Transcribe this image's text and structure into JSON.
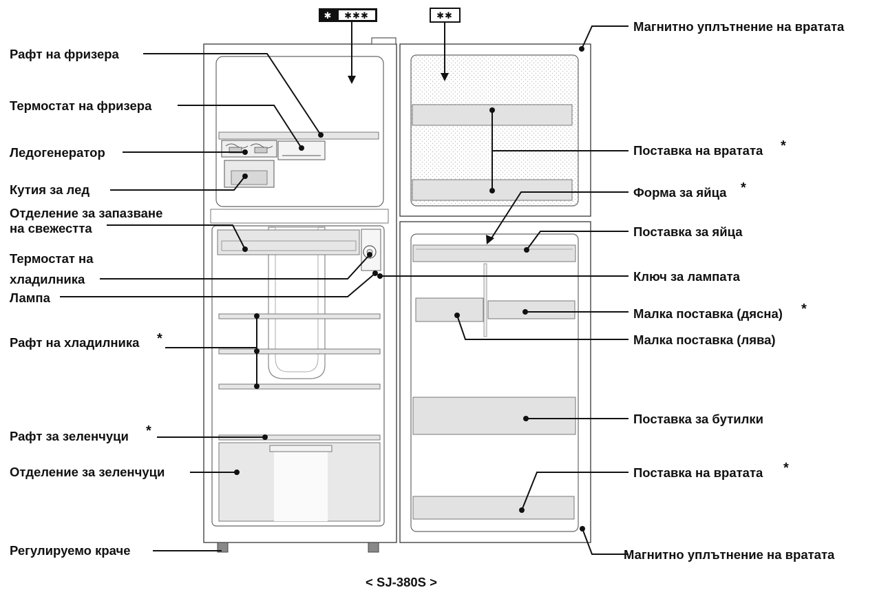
{
  "model_label": "< SJ-380S >",
  "badges": {
    "freezer_compartment": "✱✱✱✱",
    "freezer_door": "✱✱"
  },
  "labels": {
    "freezer_shelf": "Рафт на фризера",
    "freezer_thermostat": "Термостат на фризера",
    "ice_maker": "Ледогенератор",
    "ice_box": "Кутия за лед",
    "freshness_line1": "Отделение за запазване",
    "freshness_line2": "на свежестта",
    "fridge_thermostat_line1": "Термостат на",
    "fridge_thermostat_line2": "хладилника",
    "lamp": "Лампа",
    "fridge_shelf": "Рафт на хладилника",
    "vegetable_shelf": "Рафт за зеленчуци",
    "vegetable_compartment": "Отделение за зеленчуци",
    "adjustable_foot": "Регулируемо краче",
    "door_seal_top": "Магнитно уплътнение на вратата",
    "door_pocket_top": "Поставка на вратата",
    "egg_tray": "Форма за яйца",
    "egg_pocket": "Поставка за яйца",
    "lamp_switch": "Ключ за лампата",
    "small_pocket_right": "Малка поставка (дясна)",
    "small_pocket_left": "Малка поставка (лява)",
    "bottle_pocket": "Поставка за бутилки",
    "door_pocket_bottom": "Поставка на вратата",
    "door_seal_bottom": "Магнитно уплътнение на вратата",
    "asterisk": "*"
  }
}
